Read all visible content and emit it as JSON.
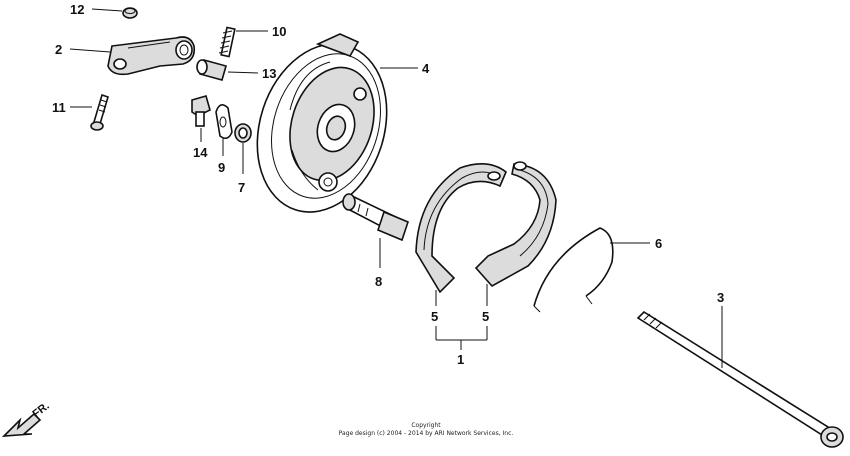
{
  "callouts": {
    "c1": "1",
    "c2": "2",
    "c3": "3",
    "c4": "4",
    "c5a": "5",
    "c5b": "5",
    "c6": "6",
    "c7": "7",
    "c8": "8",
    "c9": "9",
    "c10": "10",
    "c11": "11",
    "c12": "12",
    "c13": "13",
    "c14": "14"
  },
  "front_marker": "FR.",
  "copyright": {
    "line1": "Copyright",
    "line2": "Page design (c) 2004 - 2014 by ARI Network Services, Inc."
  }
}
